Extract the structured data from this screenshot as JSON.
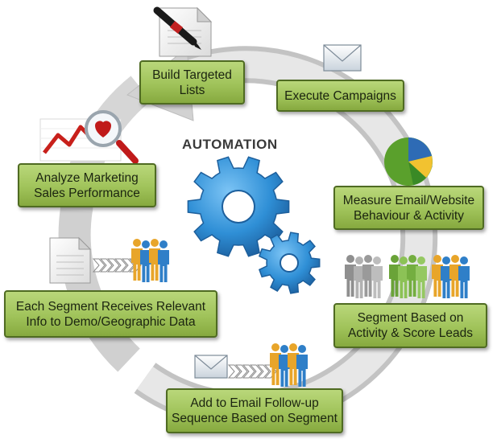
{
  "title": "AUTOMATION",
  "steps": {
    "build": {
      "line1": "Build Targeted",
      "line2": "Lists"
    },
    "execute": {
      "line1": "Execute Campaigns"
    },
    "measure": {
      "line1": "Measure Email/Website",
      "line2": "Behaviour & Activity"
    },
    "segment": {
      "line1": "Segment Based on",
      "line2": "Activity & Score Leads"
    },
    "followup": {
      "line1": "Add to Email Follow-up",
      "line2": "Sequence Based on Segment"
    },
    "relevant": {
      "line1": "Each Segment Receives Relevant",
      "line2": "Info to Demo/Geographic Data"
    },
    "analyze": {
      "line1": "Analyze Marketing",
      "line2": "Sales Performance"
    }
  },
  "icons": [
    "pen-icon",
    "document-icon",
    "envelope-icon",
    "pie-chart-icon",
    "people-group-icon",
    "magnifier-icon",
    "line-chart-icon",
    "gear-icon",
    "chevrons-icon"
  ],
  "colors": {
    "box_fill": "#a0c35a",
    "box_border": "#4f6b22",
    "gear_blue": "#2f8fd6",
    "ring_gray": "#d8d8d8",
    "pie_green": "#5aa02c",
    "pie_blue": "#2e6bb5",
    "pie_yellow": "#f2c230",
    "people_gold": "#e8a52a",
    "people_blue": "#2f7fc8",
    "people_gray": "#9a9a9a",
    "people_green": "#7cb342"
  }
}
